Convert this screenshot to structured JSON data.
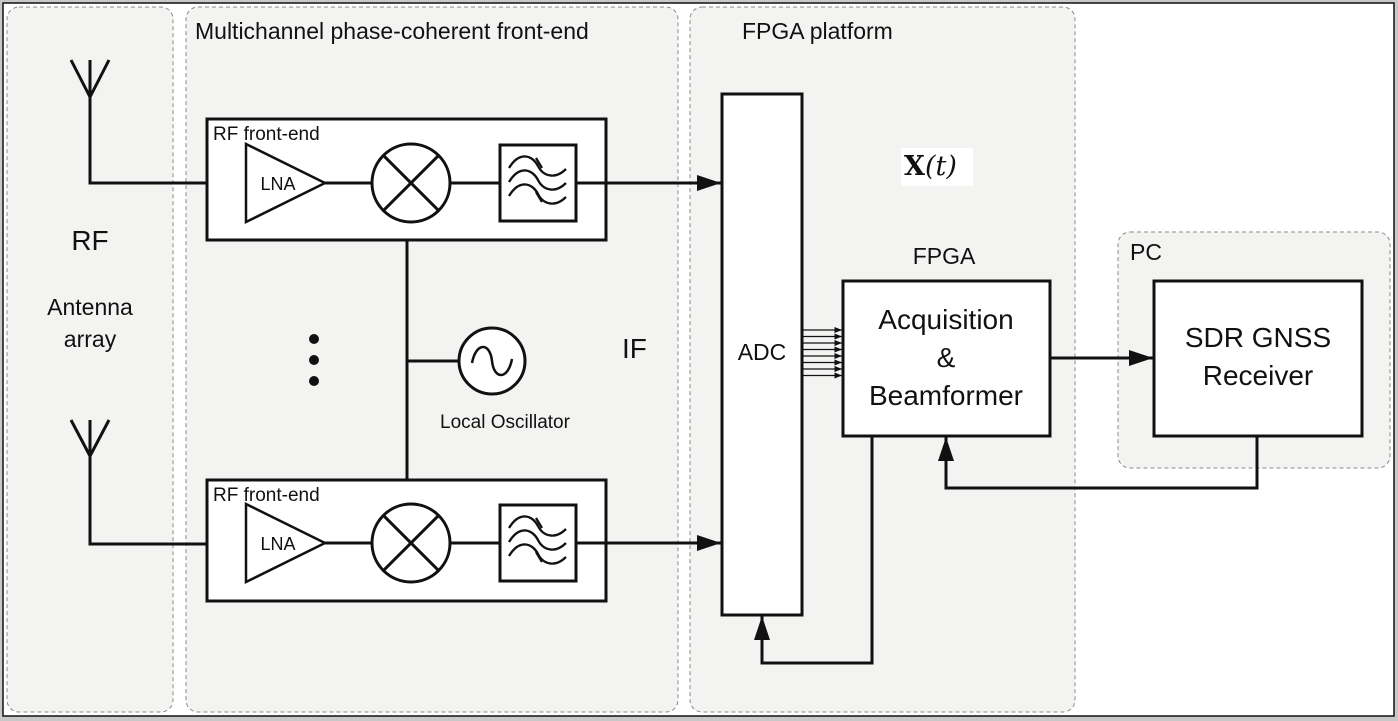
{
  "regions": {
    "antenna": {
      "label_top": "RF",
      "label_bottom_1": "Antenna",
      "label_bottom_2": "array"
    },
    "frontend": {
      "title": "Multichannel phase-coherent front-end",
      "if_label": "IF"
    },
    "fpga_platform": {
      "title": "FPGA platform",
      "signal_label_bold": "X",
      "signal_label_rest": "(t)"
    },
    "pc": {
      "title": "PC"
    }
  },
  "blocks": {
    "rf_frontend_top": {
      "title": "RF front-end",
      "lna": "LNA"
    },
    "rf_frontend_bottom": {
      "title": "RF front-end",
      "lna": "LNA"
    },
    "local_oscillator": {
      "label": "Local Oscillator"
    },
    "adc": {
      "label": "ADC"
    },
    "fpga": {
      "caption": "FPGA",
      "line1": "Acquisition",
      "line2": "&",
      "line3": "Beamformer"
    },
    "sdr": {
      "line1": "SDR GNSS",
      "line2": "Receiver"
    }
  },
  "colors": {
    "region_fill": "#f3f3f2",
    "region_stroke": "#8a8a8a",
    "line": "#111111",
    "block_fill": "#ffffff"
  }
}
